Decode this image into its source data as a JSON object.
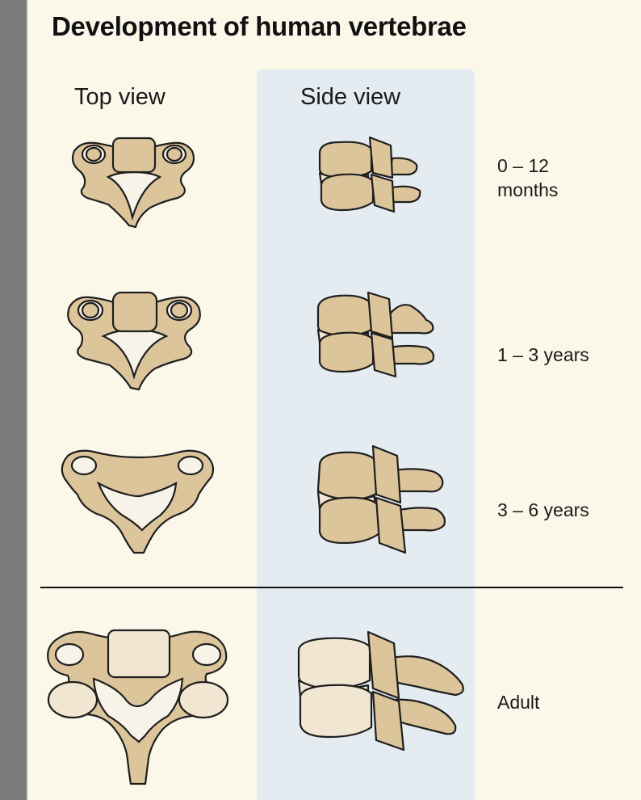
{
  "title": "Development of human vertebrae",
  "columns": {
    "top_view": "Top view",
    "side_view": "Side view"
  },
  "stages": [
    {
      "label_line1": "0 – 12",
      "label_line2": "months"
    },
    {
      "label_line1": "1 – 3 years",
      "label_line2": ""
    },
    {
      "label_line1": "3 – 6 years",
      "label_line2": ""
    },
    {
      "label_line1": "Adult",
      "label_line2": ""
    }
  ],
  "colors": {
    "background": "#fbf8ea",
    "side_panel": "#e4ecf2",
    "bone": "#dcc59b",
    "bone_light": "#f1e6d2",
    "outline": "#1e1e1e"
  }
}
